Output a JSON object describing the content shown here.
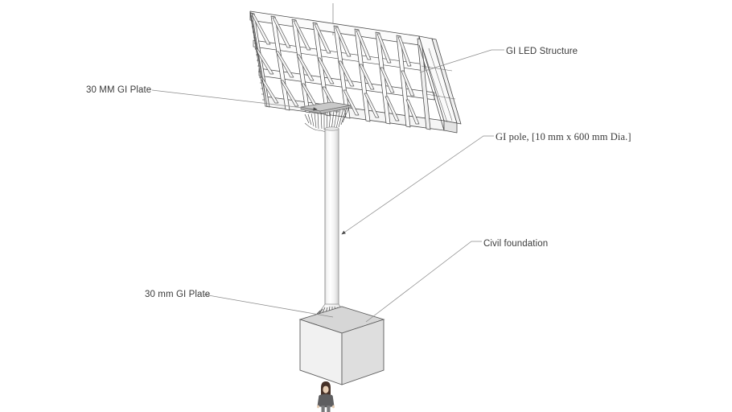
{
  "drawing": {
    "title": "GI LED Billboard Structure Elevation",
    "background_color": "#ffffff",
    "line_color": "#555555",
    "leader_color": "#8a8a8a",
    "text_color": "#3b3b3b"
  },
  "annotations": [
    {
      "id": "gi-led-structure",
      "label": "GI LED Structure",
      "font": "sans",
      "leader_from": [
        611,
        68
      ],
      "leader_to": [
        522,
        90
      ]
    },
    {
      "id": "gi-plate-top",
      "label": "30  MM GI Plate",
      "font": "sans",
      "leader_from": [
        189,
        112
      ],
      "leader_to": [
        394,
        136
      ]
    },
    {
      "id": "gi-pole",
      "label": "GI pole, [10 mm x 600 mm Dia.]",
      "font": "serif",
      "leader_from": [
        611,
        170
      ],
      "leader_to": [
        425,
        291
      ]
    },
    {
      "id": "civil-foundation",
      "label": "Civil foundation",
      "font": "sans",
      "leader_from": [
        595,
        303
      ],
      "leader_to": [
        455,
        400
      ]
    },
    {
      "id": "gi-plate-bottom",
      "label": "30 mm GI Plate",
      "font": "sans",
      "leader_from": [
        253,
        366
      ],
      "leader_to": [
        414,
        394
      ]
    }
  ],
  "components": {
    "billboard": {
      "name": "GI LED Structure",
      "bays": 8,
      "rails": 3,
      "face_color": "#ffffff",
      "edge_color": "#4a4a4a"
    },
    "pole": {
      "name": "GI pole",
      "diameter_mm": 600,
      "thickness_mm": 10,
      "fill_color": "#f2f2f2"
    },
    "mount_plate": {
      "name": "30 MM GI Plate",
      "thickness_mm": 30,
      "fill_color": "#c9c9c9"
    },
    "base_plate": {
      "name": "30 mm GI Plate",
      "thickness_mm": 30
    },
    "foundation": {
      "name": "Civil foundation",
      "top_face_color": "#d6d6d6",
      "left_face_color": "#f1f1f1",
      "right_face_color": "#dedede"
    },
    "scale_figure": {
      "name": "human-scale-figure",
      "hair_color": "#463128",
      "shirt_color": "#5e5e60",
      "skin_color": "#e6cdb4"
    }
  }
}
